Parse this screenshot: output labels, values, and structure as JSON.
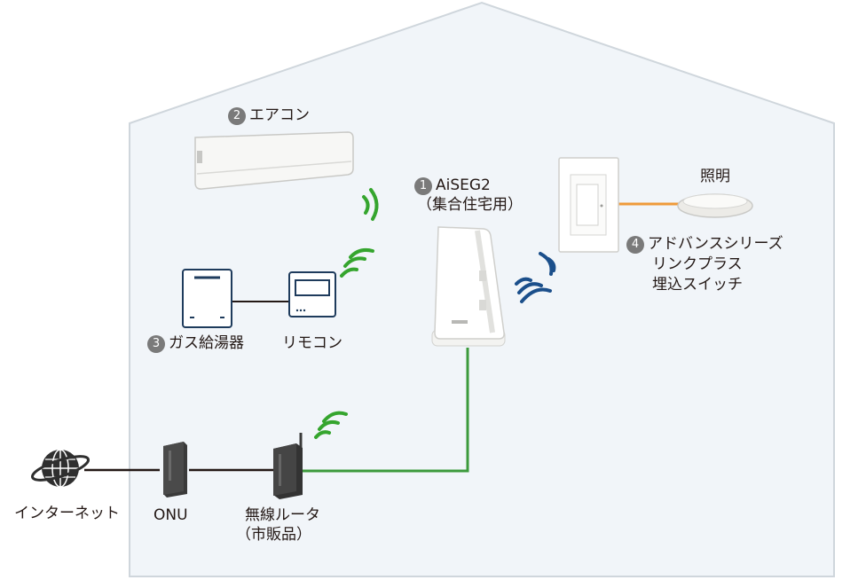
{
  "labels": {
    "aiseg": {
      "number": "1",
      "name": "AiSEG2",
      "sub": "（集合住宅用）"
    },
    "aircon": {
      "number": "2",
      "name": "エアコン"
    },
    "gas": {
      "number": "3",
      "name": "ガス給湯器"
    },
    "remote": "リモコン",
    "switch": {
      "number": "4",
      "lines": [
        "アドバンスシリーズ",
        "リンクプラス",
        "埋込スイッチ"
      ]
    },
    "light": "照明",
    "internet": "インターネット",
    "onu": "ONU",
    "router": [
      "無線ルータ",
      "（市販品）"
    ]
  },
  "colors": {
    "house_fill": "#f1f5f9",
    "house_outline": "#cfd6dc",
    "wired_link": "#3c9a3c",
    "wifi_green": "#35a52e",
    "wifi_blue": "#1b4f8b",
    "orange_link": "#ef9a3a",
    "device_navy": "#1e3b5c",
    "dark_device": "#333333"
  }
}
